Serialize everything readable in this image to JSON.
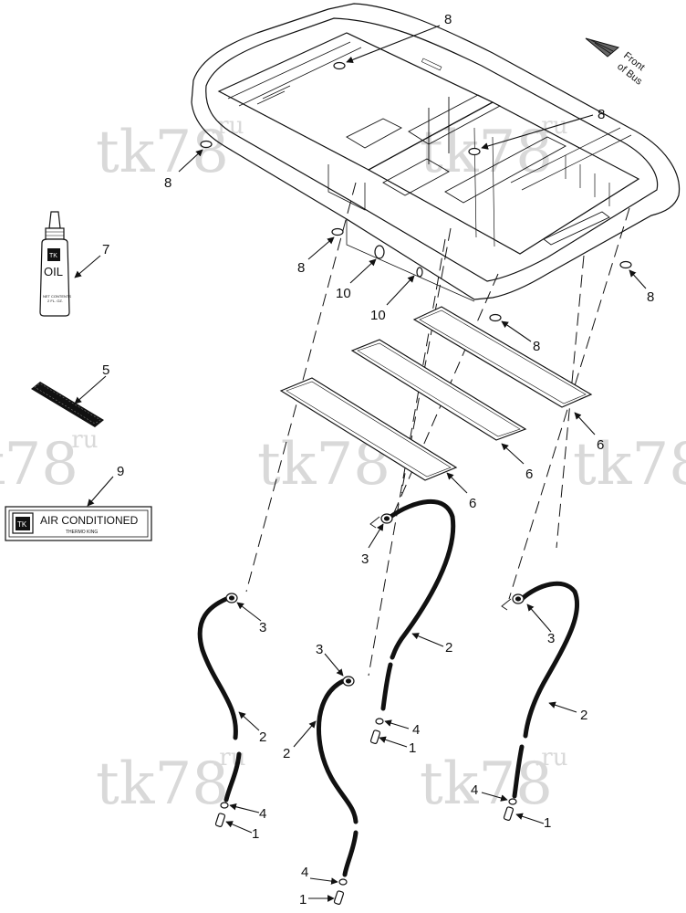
{
  "watermark": {
    "main": "tk78",
    "suffix": ".ru"
  },
  "orientation": {
    "line1": "Front",
    "line2": "of Bus"
  },
  "oil_bottle": {
    "brand": "TK",
    "label": "OIL",
    "contents_line1": "NET CONTENTS",
    "contents_line2": "2 FL. OZ."
  },
  "decal": {
    "title": "AIR CONDITIONED",
    "maker": "THERMO KING",
    "logo": "TK"
  },
  "callouts": [
    {
      "id": "c8a",
      "text": "8"
    },
    {
      "id": "c8b",
      "text": "8"
    },
    {
      "id": "c8c",
      "text": "8"
    },
    {
      "id": "c8d",
      "text": "8"
    },
    {
      "id": "c8e",
      "text": "8"
    },
    {
      "id": "c8f",
      "text": "8"
    },
    {
      "id": "c7",
      "text": "7"
    },
    {
      "id": "c10a",
      "text": "10"
    },
    {
      "id": "c10b",
      "text": "10"
    },
    {
      "id": "c5",
      "text": "5"
    },
    {
      "id": "c6a",
      "text": "6"
    },
    {
      "id": "c6b",
      "text": "6"
    },
    {
      "id": "c6c",
      "text": "6"
    },
    {
      "id": "c9",
      "text": "9"
    },
    {
      "id": "c3a",
      "text": "3"
    },
    {
      "id": "c3b",
      "text": "3"
    },
    {
      "id": "c3c",
      "text": "3"
    },
    {
      "id": "c3d",
      "text": "3"
    },
    {
      "id": "c2a",
      "text": "2"
    },
    {
      "id": "c2b",
      "text": "2"
    },
    {
      "id": "c2c",
      "text": "2"
    },
    {
      "id": "c2d",
      "text": "2"
    },
    {
      "id": "c4a",
      "text": "4"
    },
    {
      "id": "c4b",
      "text": "4"
    },
    {
      "id": "c4c",
      "text": "4"
    },
    {
      "id": "c4d",
      "text": "4"
    },
    {
      "id": "c1a",
      "text": "1"
    },
    {
      "id": "c1b",
      "text": "1"
    },
    {
      "id": "c1c",
      "text": "1"
    },
    {
      "id": "c1d",
      "text": "1"
    }
  ]
}
